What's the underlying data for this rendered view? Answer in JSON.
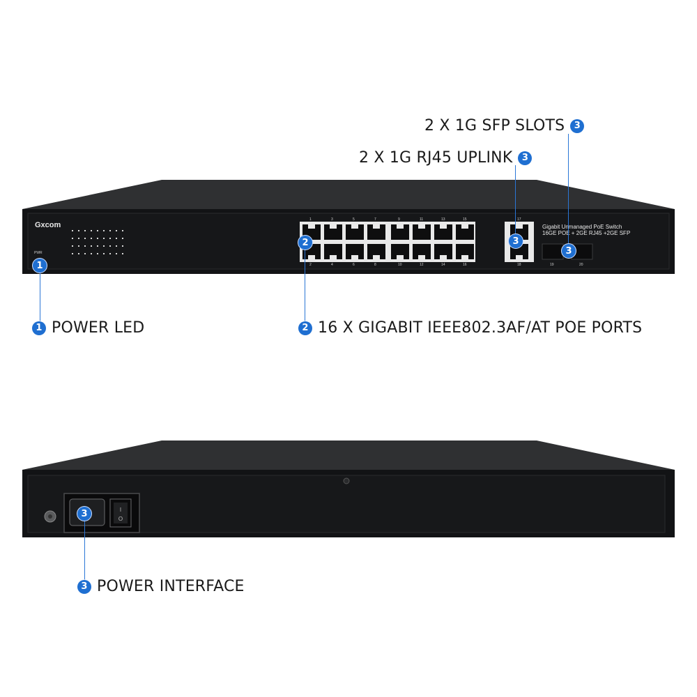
{
  "front_panel": {
    "brand": "Gxcom",
    "pwr_label": "PWR",
    "model_line1": "Gigabit Unmanaged PoE Switch",
    "model_line2": "16GE POE + 2GE RJ45 +2GE SFP",
    "top_port_numbers": [
      "1",
      "3",
      "5",
      "7",
      "9",
      "11",
      "13",
      "15"
    ],
    "bottom_port_numbers": [
      "2",
      "4",
      "6",
      "8",
      "10",
      "12",
      "14",
      "16"
    ],
    "uplink_port_numbers": [
      "17",
      "18"
    ],
    "sfp_port_numbers": [
      "19",
      "20"
    ]
  },
  "callouts": {
    "sfp_slots": {
      "badge": "3",
      "label": "2 X 1G SFP SLOTS"
    },
    "rj45_uplink": {
      "badge": "3",
      "label": "2 X 1G RJ45 UPLINK"
    },
    "power_led": {
      "badge": "1",
      "label": "POWER LED"
    },
    "poe_ports": {
      "badge": "2",
      "label": "16 X GIGABIT IEEE802.3AF/AT POE PORTS"
    },
    "power_interface": {
      "badge": "3",
      "label": "POWER INTERFACE"
    }
  },
  "colors": {
    "accent": "#1f6fd1",
    "chassis": "#1b1c1e",
    "chassis_top": "#2e2f31"
  }
}
